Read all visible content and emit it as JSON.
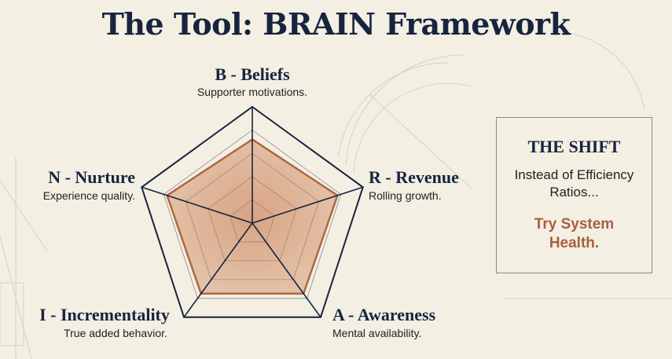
{
  "title": "The Tool: BRAIN Framework",
  "radar": {
    "axes": [
      {
        "label": "B - Beliefs",
        "description": "Supporter motivations.",
        "value": 0.72
      },
      {
        "label": "R - Revenue",
        "description": "Rolling growth.",
        "value": 0.77
      },
      {
        "label": "A - Awareness",
        "description": "Mental availability.",
        "value": 0.75
      },
      {
        "label": "I - Incrementality",
        "description": "True added behavior.",
        "value": 0.75
      },
      {
        "label": "N - Nurture",
        "description": "Experience quality.",
        "value": 0.77
      }
    ],
    "max": 1,
    "grid_levels": [
      0.2,
      0.4,
      0.6,
      0.8
    ],
    "fill_color": "#d59b78",
    "stroke_color": "#b0663f",
    "frame_color": "#17243f"
  },
  "shift_box": {
    "heading": "THE SHIFT",
    "text": "Instead of Efficiency Ratios...",
    "highlight": "Try System Health.",
    "highlight_color": "#a95f3d"
  }
}
